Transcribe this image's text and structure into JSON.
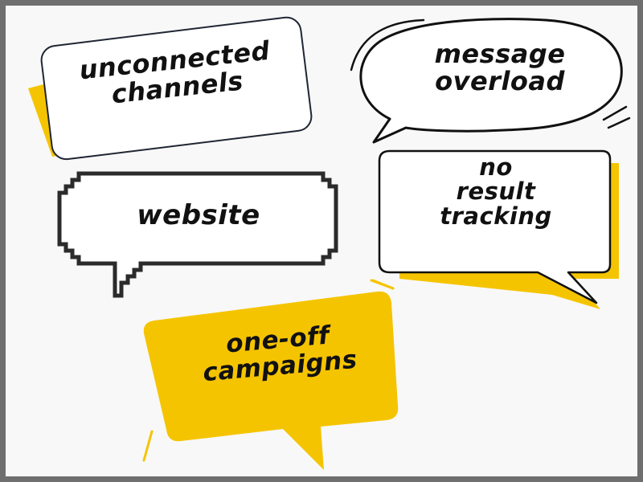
{
  "colors": {
    "accent": "#f5c400",
    "ink": "#1a1a1a",
    "bubble_fill": "#ffffff",
    "background": "#f8f8f8",
    "frame": "#6f6f6f"
  },
  "bubbles": [
    {
      "lines": [
        "unconnected",
        "channels"
      ],
      "style": "rounded-rectangle-with-yellow-shadow"
    },
    {
      "lines": [
        "message",
        "overload"
      ],
      "style": "sketch-oval"
    },
    {
      "lines": [
        "website"
      ],
      "style": "pixel-art"
    },
    {
      "lines": [
        "no",
        "result",
        "tracking"
      ],
      "style": "rectangle-with-tail-and-yellow-shadow"
    },
    {
      "lines": [
        "one-off",
        "campaigns"
      ],
      "style": "yellow-filled"
    }
  ]
}
